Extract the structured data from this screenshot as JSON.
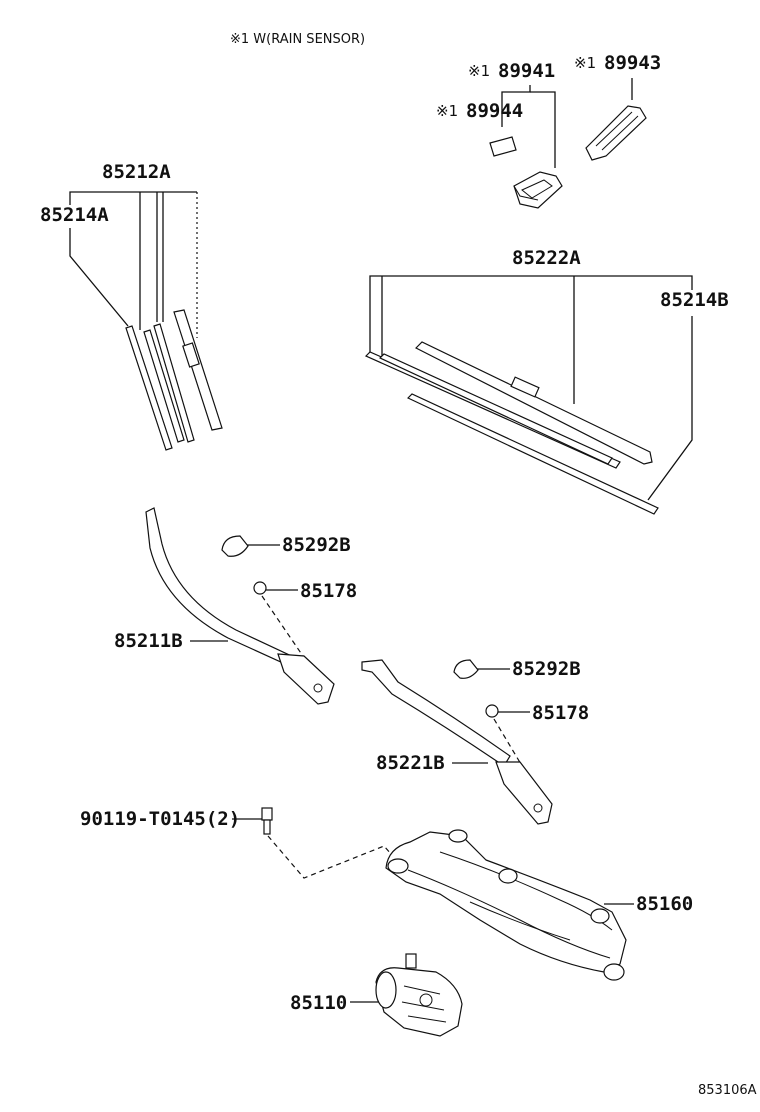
{
  "note": "※1 W(RAIN SENSOR)",
  "footer_code": "853106A",
  "parts": {
    "p89941": {
      "mark": "※1",
      "number": "89941"
    },
    "p89943": {
      "mark": "※1",
      "number": "89943"
    },
    "p89944": {
      "mark": "※1",
      "number": "89944"
    },
    "p85212A": "85212A",
    "p85214A": "85214A",
    "p85222A": "85222A",
    "p85214B": "85214B",
    "p85292B_1": "85292B",
    "p85178_1": "85178",
    "p85211B": "85211B",
    "p85292B_2": "85292B",
    "p85178_2": "85178",
    "p85221B": "85221B",
    "p90119": "90119-T0145(2)",
    "p85160": "85160",
    "p85110": "85110"
  }
}
